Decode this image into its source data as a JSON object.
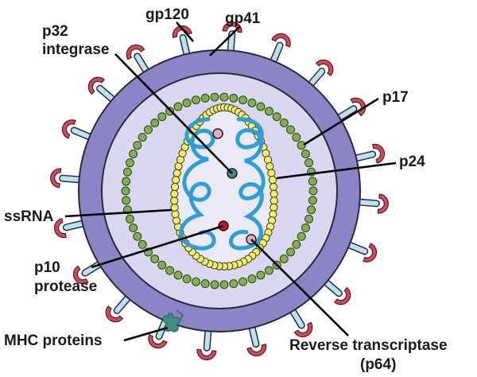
{
  "labels": {
    "gp120": "gp120",
    "gp41": "gp41",
    "p32_line1": "p32",
    "p32_line2": "integrase",
    "p17": "p17",
    "p24": "p24",
    "ssrna": "ssRNA",
    "p10_line1": "p10",
    "p10_line2": "protease",
    "mhc": "MHC proteins",
    "rt_line1": "Reverse transcriptase",
    "rt_line2": "(p64)"
  },
  "colors": {
    "envelope": "#8b84c6",
    "envelope_outline": "#2a2a3a",
    "interior": "#d9d6ef",
    "capsid_interior": "#ece9f7",
    "matrix_bead": "#7fb04a",
    "capsid_bead": "#f4ee6e",
    "spike_stalk": "#bfe0f2",
    "spike_cap": "#d24a5a",
    "rna": "#2e9ed8",
    "protease_dot": "#c8152d",
    "integrase_dot": "#3d8f84",
    "rt_dot": "#e8aac4",
    "mhc": "#3f8f84"
  }
}
